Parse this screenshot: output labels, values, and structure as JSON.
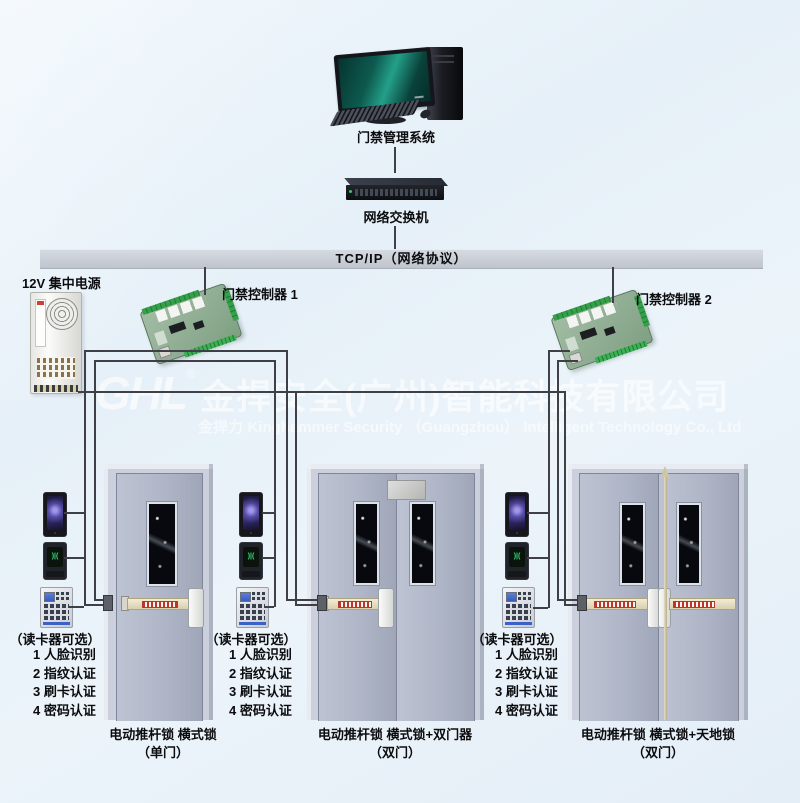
{
  "nodes": {
    "computer_label": "门禁管理系统",
    "switch_label": "网络交换机",
    "bus_label": "TCP/IP（网络协议）",
    "power_label": "12V 集中电源",
    "controller1_label": "门禁控制器 1",
    "controller2_label": "门禁控制器 2"
  },
  "reader_options": {
    "title": "（读卡器可选）",
    "items": [
      "1 人脸识别",
      "2 指纹认证",
      "3 刷卡认证",
      "4 密码认证"
    ]
  },
  "doors": [
    {
      "caption": "电动推杆锁 横式锁",
      "sub": "（单门）"
    },
    {
      "caption": "电动推杆锁 横式锁+双门器",
      "sub": "（双门）"
    },
    {
      "caption": "电动推杆锁 横式锁+天地锁",
      "sub": "（双门）"
    }
  ],
  "card_reader_display_glyph": ")|(",
  "watermark": {
    "logo": "GHL",
    "reg": "®",
    "company_cn": "金捍安全(广州)智能科技有限公司",
    "company_sub": "金捍力",
    "company_en": "Kinghammer Security （Guangzhou） Intelligent Technology Co., Ltd"
  },
  "colors": {
    "background": "#e9f2f9",
    "bus_bar": "#c6cbd4",
    "wire": "#3e4045",
    "door_body": "#b2b9c9",
    "push_bar": "#e8dfc2",
    "pcb_green": "#8fae92",
    "monitor_screen": "#17907c"
  }
}
